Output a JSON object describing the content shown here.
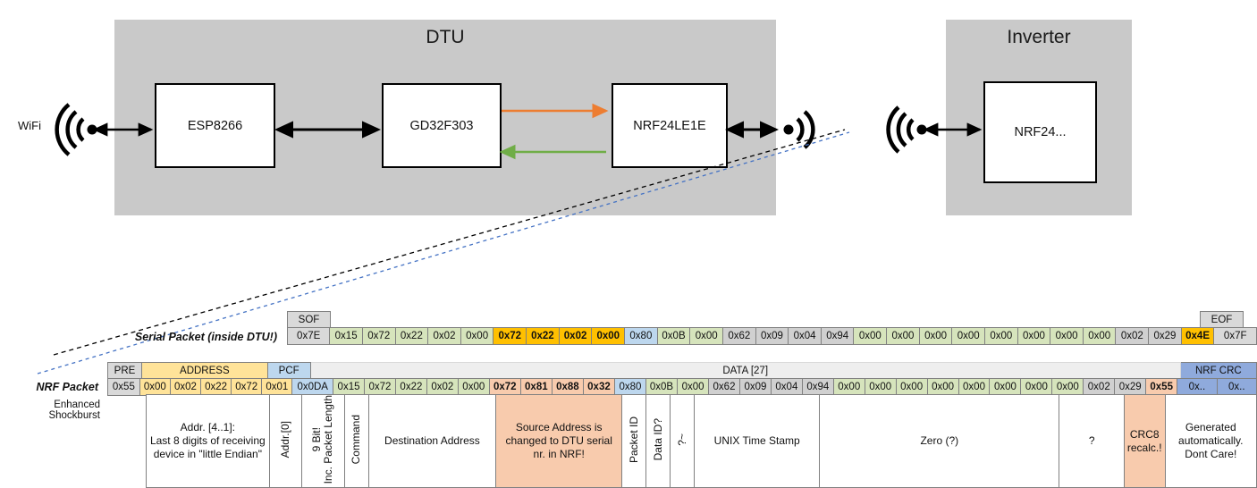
{
  "diagram": {
    "dtu": {
      "title": "DTU",
      "chips": [
        "ESP8266",
        "GD32F303",
        "NRF24LE1E"
      ],
      "wifi_label": "WiFi",
      "arrow_up_color": "#ed7d31",
      "arrow_down_color": "#70ad47"
    },
    "inverter": {
      "title": "Inverter",
      "chips": [
        "NRF24..."
      ]
    },
    "icons": {
      "antenna": "antenna-icon",
      "arrow": "double-arrow-icon"
    }
  },
  "serial_packet": {
    "label": "Serial Packet (inside DTU!)",
    "sof_header": "SOF",
    "eof_header": "EOF",
    "sof_value": "0x7E",
    "eof_value": "0x7F",
    "bytes": [
      {
        "v": "0x15",
        "c": "g"
      },
      {
        "v": "0x72",
        "c": "g"
      },
      {
        "v": "0x22",
        "c": "g"
      },
      {
        "v": "0x02",
        "c": "g"
      },
      {
        "v": "0x00",
        "c": "g"
      },
      {
        "v": "0x72",
        "c": "y"
      },
      {
        "v": "0x22",
        "c": "y"
      },
      {
        "v": "0x02",
        "c": "y"
      },
      {
        "v": "0x00",
        "c": "y"
      },
      {
        "v": "0x80",
        "c": "b"
      },
      {
        "v": "0x0B",
        "c": "g"
      },
      {
        "v": "0x00",
        "c": "g"
      },
      {
        "v": "0x62",
        "c": "gr"
      },
      {
        "v": "0x09",
        "c": "gr"
      },
      {
        "v": "0x04",
        "c": "gr"
      },
      {
        "v": "0x94",
        "c": "gr"
      },
      {
        "v": "0x00",
        "c": "g"
      },
      {
        "v": "0x00",
        "c": "g"
      },
      {
        "v": "0x00",
        "c": "g"
      },
      {
        "v": "0x00",
        "c": "g"
      },
      {
        "v": "0x00",
        "c": "g"
      },
      {
        "v": "0x00",
        "c": "g"
      },
      {
        "v": "0x00",
        "c": "g"
      },
      {
        "v": "0x00",
        "c": "g"
      },
      {
        "v": "0x02",
        "c": "gr"
      },
      {
        "v": "0x29",
        "c": "gr"
      },
      {
        "v": "0x4E",
        "c": "y"
      }
    ]
  },
  "nrf_packet": {
    "label": "NRF Packet",
    "sublabel": "Enhanced Shockburst",
    "headers": {
      "pre": "PRE",
      "address": "ADDRESS",
      "pcf": "PCF",
      "data": "DATA [27]",
      "crc": "NRF CRC"
    },
    "pre_value": "0x55",
    "address_values": [
      "0x00",
      "0x02",
      "0x22",
      "0x72",
      "0x01"
    ],
    "pcf_value": "0x0DA",
    "crc_values": [
      "0x..",
      "0x.."
    ],
    "bytes": [
      {
        "v": "0x15",
        "c": "g"
      },
      {
        "v": "0x72",
        "c": "g"
      },
      {
        "v": "0x22",
        "c": "g"
      },
      {
        "v": "0x02",
        "c": "g"
      },
      {
        "v": "0x00",
        "c": "g"
      },
      {
        "v": "0x72",
        "c": "salb"
      },
      {
        "v": "0x81",
        "c": "salb"
      },
      {
        "v": "0x88",
        "c": "salb"
      },
      {
        "v": "0x32",
        "c": "salb"
      },
      {
        "v": "0x80",
        "c": "b"
      },
      {
        "v": "0x0B",
        "c": "g"
      },
      {
        "v": "0x00",
        "c": "g"
      },
      {
        "v": "0x62",
        "c": "gr"
      },
      {
        "v": "0x09",
        "c": "gr"
      },
      {
        "v": "0x04",
        "c": "gr"
      },
      {
        "v": "0x94",
        "c": "gr"
      },
      {
        "v": "0x00",
        "c": "g"
      },
      {
        "v": "0x00",
        "c": "g"
      },
      {
        "v": "0x00",
        "c": "g"
      },
      {
        "v": "0x00",
        "c": "g"
      },
      {
        "v": "0x00",
        "c": "g"
      },
      {
        "v": "0x00",
        "c": "g"
      },
      {
        "v": "0x00",
        "c": "g"
      },
      {
        "v": "0x00",
        "c": "g"
      },
      {
        "v": "0x02",
        "c": "gr"
      },
      {
        "v": "0x29",
        "c": "gr"
      },
      {
        "v": "0x55",
        "c": "salb"
      }
    ],
    "annotations": {
      "address_note": "Addr. [4..1]:\nLast 8 digits of receiving device in \"little Endian\"",
      "addr0": "Addr.[0]",
      "pcf_note": "9 Bit!\nInc. Packet Length",
      "command": "Command",
      "destination": "Destination Address",
      "source_note": "Source Address is changed to DTU serial nr. in NRF!",
      "packet_id": "Packet ID",
      "data_id": "Data ID?",
      "tilde": "?~",
      "unix": "UNIX Time Stamp",
      "zero": "Zero (?)",
      "question": "?",
      "crc8": "CRC8 recalc.!",
      "crc_note": "Generated automatically. Dont Care!"
    }
  }
}
